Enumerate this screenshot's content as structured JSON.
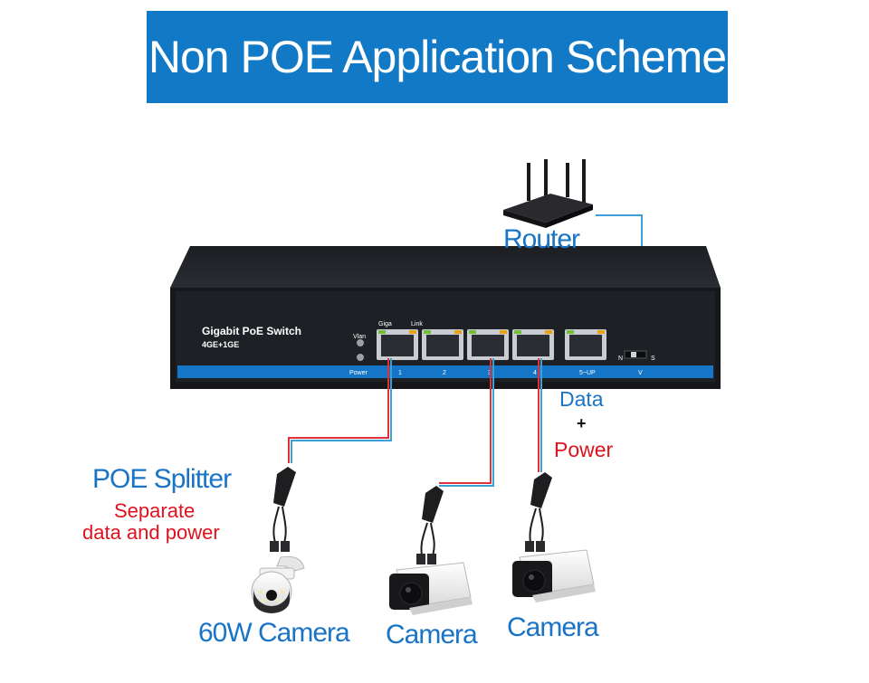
{
  "title": "Non POE Application Scheme",
  "router": {
    "label": "Router"
  },
  "switch": {
    "model": "Gigabit PoE Switch",
    "spec": "4GE+1GE",
    "led_labels": [
      "Vlan",
      "Power"
    ],
    "header_labels": [
      "Giga",
      "Link"
    ],
    "port_labels": [
      "1",
      "2",
      "3",
      "4",
      "5~UP"
    ],
    "dip_labels": [
      "N",
      "S",
      "V"
    ]
  },
  "data_power": {
    "data": "Data",
    "plus": "+",
    "power": "Power"
  },
  "splitter": {
    "title": "POE Splitter",
    "line1": "Separate",
    "line2": "data and power"
  },
  "cameras": [
    "60W Camera",
    "Camera",
    "Camera"
  ],
  "colors": {
    "banner": "#1279c6",
    "label_blue": "#1a74c6",
    "label_red": "#e0121e",
    "cable_blue": "#3aa0d8",
    "cable_red": "#e0303a"
  }
}
